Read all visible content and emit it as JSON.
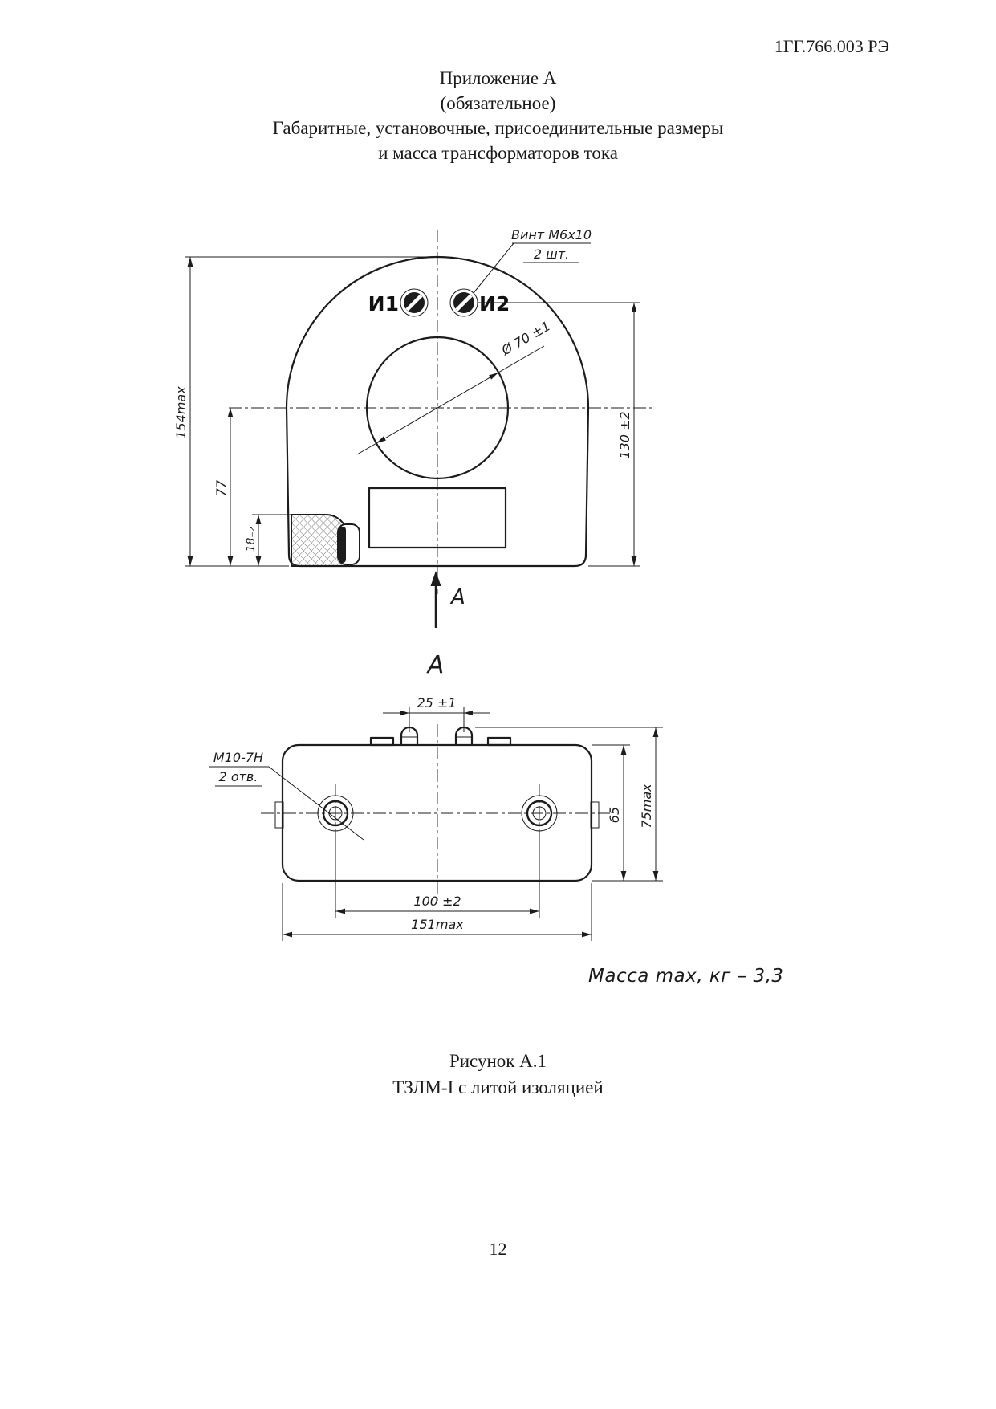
{
  "colors": {
    "ink": "#1c1c1c",
    "paper": "#ffffff"
  },
  "doc": {
    "code": "1ГГ.766.003 РЭ",
    "title_line1": "Приложение А",
    "title_line2": "(обязательное)",
    "title_line3": "Габаритные, установочные, присоединительные размеры",
    "title_line4": "и масса трансформаторов тока",
    "mass_note": "Масса max, кг – 3,3",
    "figure_line1": "Рисунок А.1",
    "figure_line2": "ТЗЛМ-I с литой изоляцией",
    "page_number": "12"
  },
  "front_view": {
    "label_i1": "И1",
    "label_i2": "И2",
    "screw_note_1": "Винт М6х10",
    "screw_note_2": "2 шт.",
    "dim_overall_height": "154max",
    "dim_center_height": "77",
    "dim_bracket": "18₋₂",
    "dim_terminal_height": "130 ±2",
    "dim_window": "Ø 70 ±1",
    "view_arrow_label": "А",
    "section_view_label": "А"
  },
  "top_view": {
    "dim_screw_spacing": "25 ±1",
    "hole_note_1": "М10-7Н",
    "hole_note_2": "2 отв.",
    "dim_body_height": "65",
    "dim_overall_depth": "75max",
    "dim_hole_spacing": "100 ±2",
    "dim_overall_width": "151max"
  }
}
